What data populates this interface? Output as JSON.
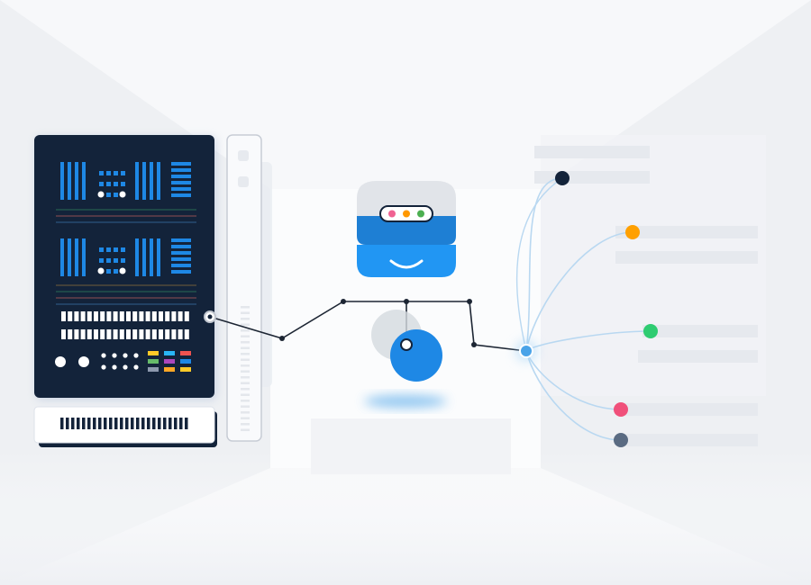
{
  "colors": {
    "background": "#f7f8fa",
    "server_body": "#13233a",
    "server_accent": "#1e88e5",
    "stack_grey": "#e1e4e9",
    "stack_mid": "#1e7fd4",
    "stack_bottom": "#2196f3",
    "connector": "#1c2533",
    "fan_line": "#b9d8f1",
    "hub": "#4aa3e8",
    "placeholder_bar": "#e6e9ee"
  },
  "icons": {
    "server_rack": "server-rack-icon",
    "side_panel": "side-panel-icon",
    "database_stack": "database-stack-icon",
    "sphere": "sphere-icon",
    "hub_node": "hub-node-icon"
  },
  "stack_lights": [
    "#f06292",
    "#ff9800",
    "#4caf50"
  ],
  "led_colors": [
    "#ffca28",
    "#29b6f6",
    "#ef5350",
    "#66bb6a",
    "#ab47bc",
    "#1e88e5",
    "#8d99ae",
    "#ffa726"
  ],
  "endpoints": [
    {
      "id": "navy",
      "color": "#13233a"
    },
    {
      "id": "orange",
      "color": "#ffa000"
    },
    {
      "id": "green",
      "color": "#2ecc71"
    },
    {
      "id": "pink",
      "color": "#f0507a"
    },
    {
      "id": "slate",
      "color": "#5a6b82"
    }
  ]
}
